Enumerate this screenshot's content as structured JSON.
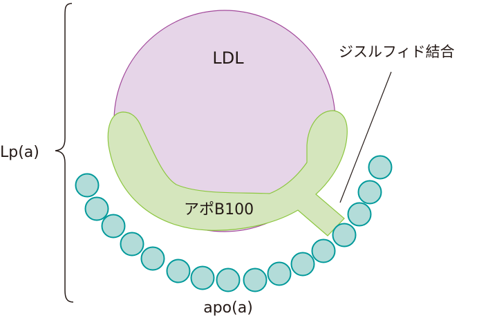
{
  "labels": {
    "lpa": "Lp(a)",
    "ldl": "LDL",
    "apob100": "アポB100",
    "disulfide": "ジスルフィド結合",
    "apoa": "apo(a)"
  },
  "colors": {
    "ldl_fill": "#e6d5e8",
    "ldl_stroke": "#a1479a",
    "apob_fill": "#d5e6bd",
    "apob_stroke": "#8cc63f",
    "bead_fill": "#b3dcd9",
    "bead_stroke": "#00999a",
    "line": "#231815"
  },
  "apoa_bead_count": 16
}
